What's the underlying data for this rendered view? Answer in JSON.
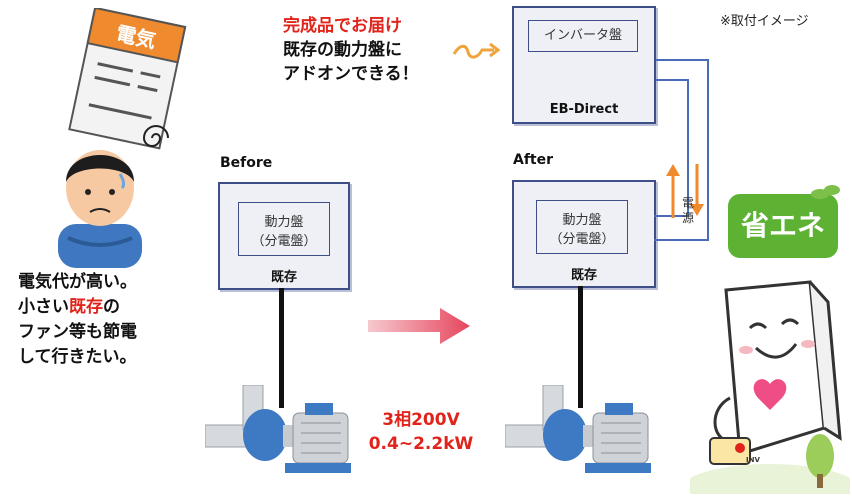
{
  "note": "※取付イメージ",
  "catch": {
    "line1": "完成品でお届け",
    "line2": "既存の動力盤に",
    "line3": "アドオンできる！"
  },
  "before": {
    "label": "Before",
    "inner_line1": "動力盤",
    "inner_line2": "（分電盤）",
    "title": "既存"
  },
  "after": {
    "label": "After",
    "inner_line1": "動力盤",
    "inner_line2": "（分電盤）",
    "title": "既存"
  },
  "ebdirect": {
    "inner": "インバータ盤",
    "title": "EB-Direct"
  },
  "dengen": [
    "電",
    "源"
  ],
  "complaint": {
    "line1": "電気代が高い。",
    "line2_a": "小さい",
    "line2_red": "既存",
    "line2_b": "の",
    "line3": "ファン等も節電",
    "line4": "して行きたい。"
  },
  "spec": {
    "line1": "3相200V",
    "line2": "0.4~2.2kW"
  },
  "badge": "省エネ",
  "paper_title": "電気",
  "plug_label": "INV",
  "colors": {
    "accent_red": "#e0241b",
    "panel_border": "#3d4f86",
    "wire_blue": "#4a6bb5",
    "arrow_orange": "#f08a2c",
    "badge_green": "#5db233"
  }
}
